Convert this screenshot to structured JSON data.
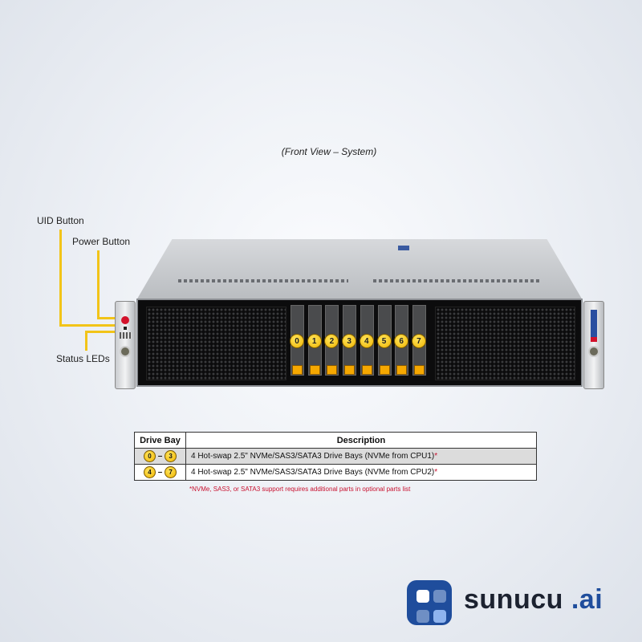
{
  "caption": "(Front View – System)",
  "callouts": {
    "uid": "UID Button",
    "power": "Power Button",
    "status": "Status LEDs"
  },
  "drive_bays": [
    "0",
    "1",
    "2",
    "3",
    "4",
    "5",
    "6",
    "7"
  ],
  "table": {
    "headers": [
      "Drive Bay",
      "Description"
    ],
    "rows": [
      {
        "from": "0",
        "dash": "–",
        "to": "3",
        "description": "4 Hot-swap 2.5\" NVMe/SAS3/SATA3 Drive  Bays (NVMe from CPU1)",
        "mark": "*"
      },
      {
        "from": "4",
        "dash": "–",
        "to": "7",
        "description": "4 Hot-swap 2.5\" NVMe/SAS3/SATA3 Drive  Bays (NVMe from CPU2)",
        "mark": "*"
      }
    ]
  },
  "footnote": "*NVMe, SAS3, or SATA3 support requires additional parts in optional parts list",
  "brand": {
    "name": "sunucu",
    "suffix": " .ai",
    "accent": "#1f4d9c"
  }
}
